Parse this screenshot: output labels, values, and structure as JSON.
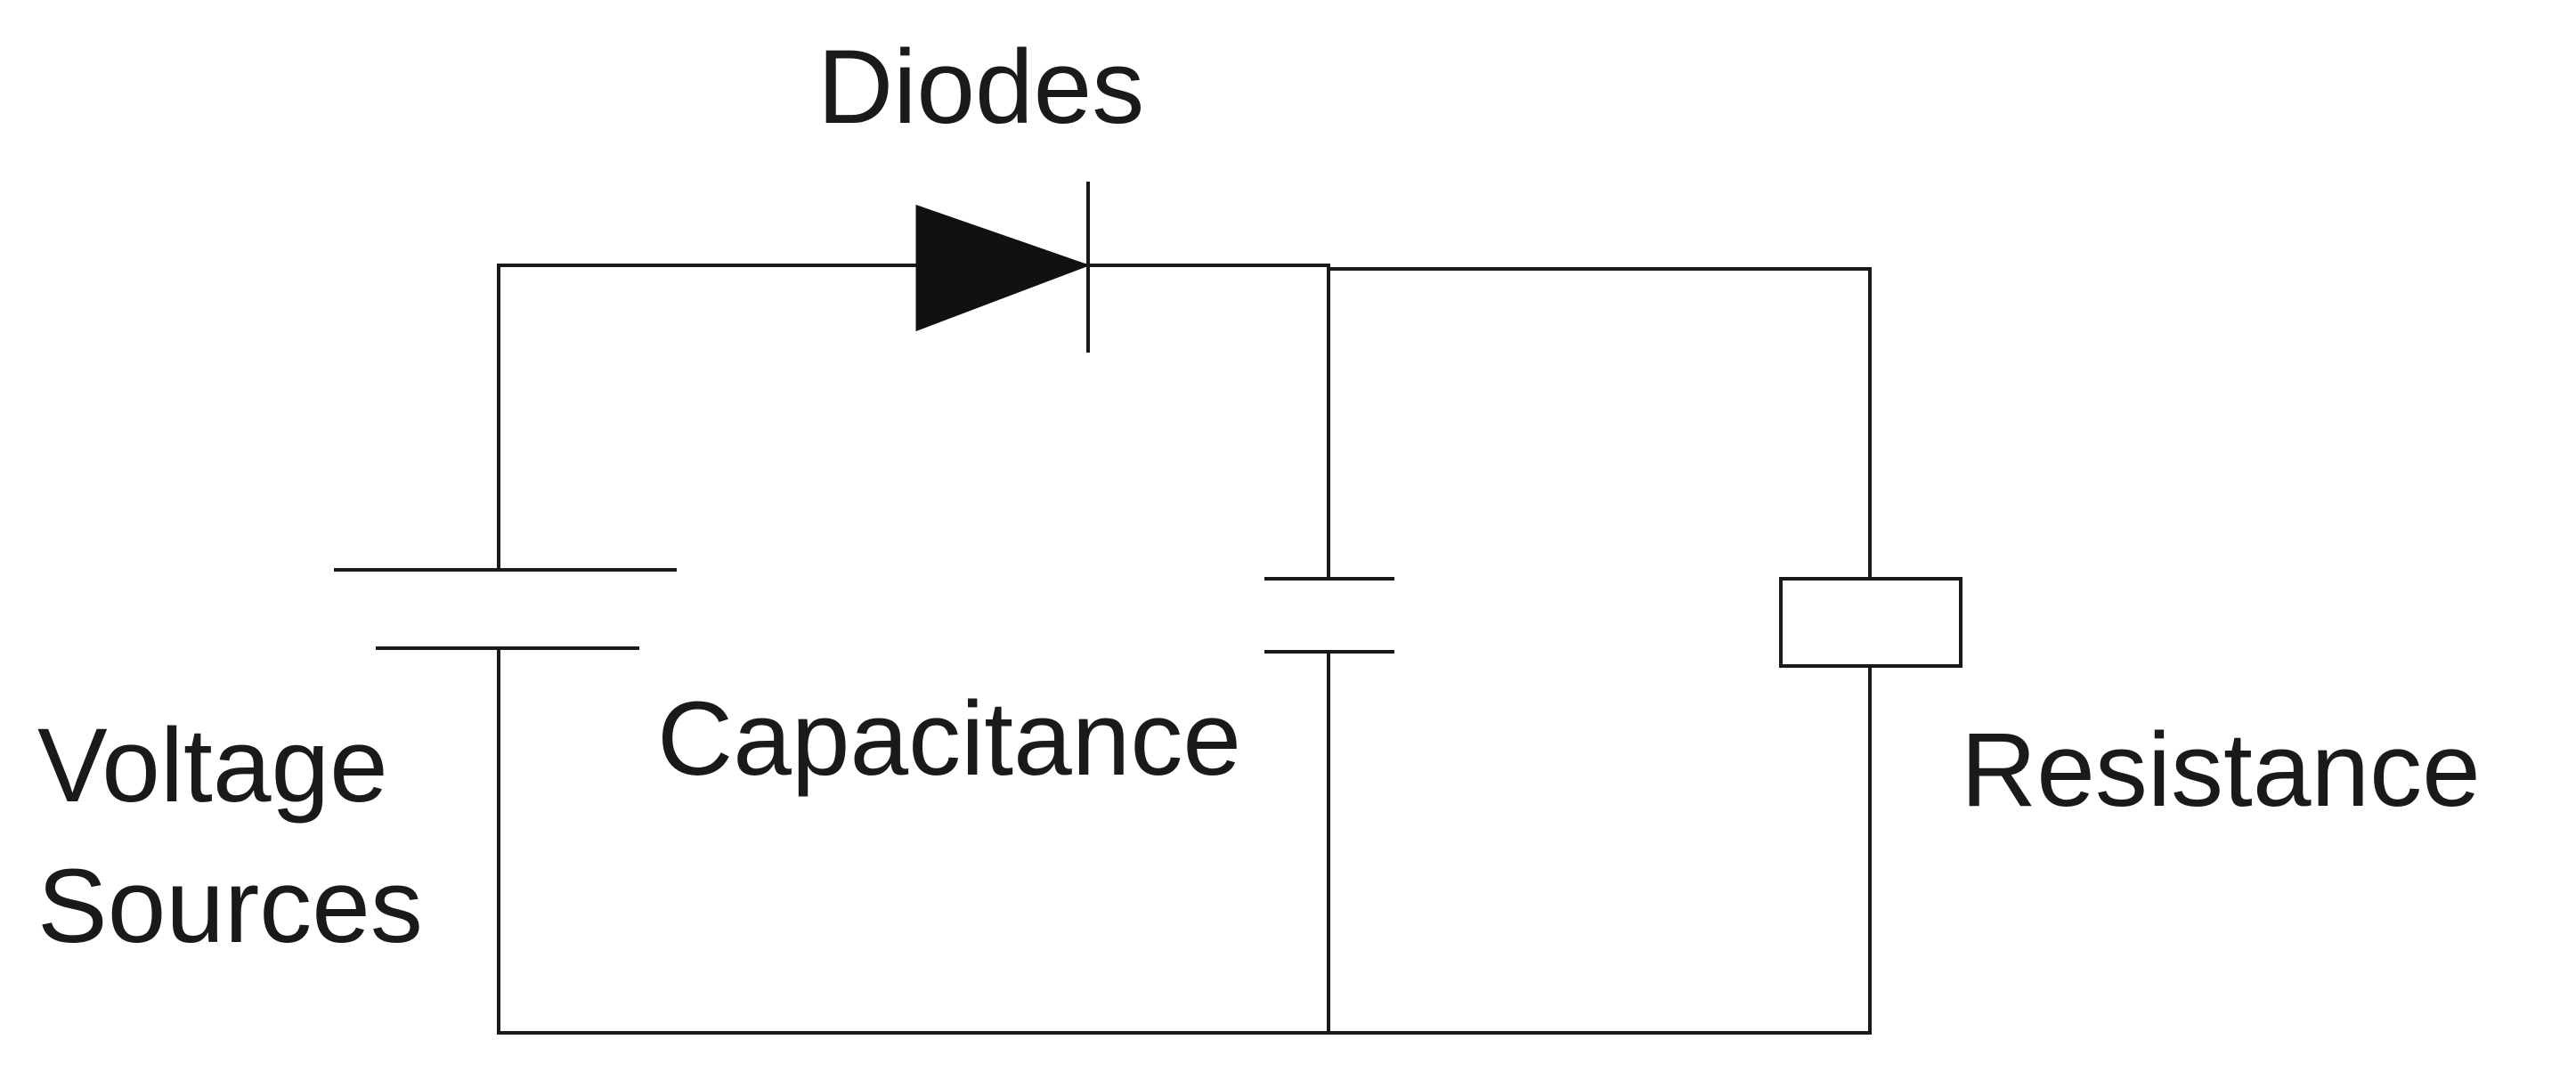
{
  "labels": {
    "diodes": "Diodes",
    "capacitance": "Capacitance",
    "voltage_line1": "Voltage",
    "voltage_line2": "Sources",
    "resistance": "Resistance"
  },
  "colors": {
    "ink": "#1a1a1a",
    "background": "#ffffff"
  }
}
